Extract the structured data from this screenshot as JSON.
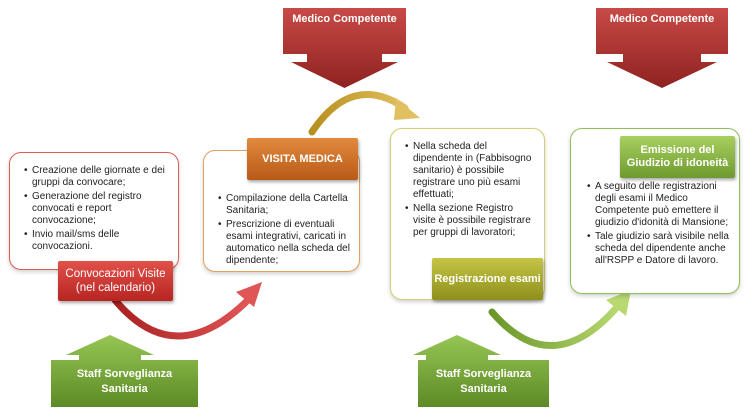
{
  "top_left": {
    "label": "Medico Competente"
  },
  "top_right": {
    "label": "Medico Competente"
  },
  "step1": {
    "items": [
      "Creazione delle giornate e dei gruppi da convocare;",
      "Generazione del registro convocati e report convocazione;",
      "Invio mail/sms delle convocazioni."
    ],
    "label_line1": "Convocazioni Visite",
    "label_line2": "(nel calendario)"
  },
  "step2": {
    "label": "VISITA MEDICA",
    "items": [
      " Compilazione della Cartella Sanitaria;",
      "Prescrizione di eventuali esami integrativi, caricati in automatico nella scheda del dipendente;"
    ]
  },
  "step3": {
    "items": [
      "Nella scheda del dipendente in (Fabbisogno sanitario) è possibile registrare uno più esami effettuati;",
      "Nella sezione Registro visite è possibile registrare per gruppi di lavoratori;"
    ],
    "label": "Registrazione esami"
  },
  "step4": {
    "label_line1": "Emissione del",
    "label_line2": "Giudizio di idoneità",
    "items": [
      "A seguito delle registrazioni degli esami il Medico Competente può emettere il giudizio d'idonità di Mansione;",
      "Tale giudizio sarà visibile nella scheda del dipendente anche all'RSPP e Datore di lavoro."
    ]
  },
  "bottom_left": {
    "line1": "Staff  Sorveglianza",
    "line2": "Sanitaria"
  },
  "bottom_right": {
    "line1": "Staff  Sorveglianza",
    "line2": "Sanitaria"
  },
  "colors": {
    "medico": "#b23a38",
    "staff": "#7bab3c",
    "arc_red": "#c0392b",
    "arc_gold": "#c8a030",
    "arc_green": "#8ab838"
  }
}
